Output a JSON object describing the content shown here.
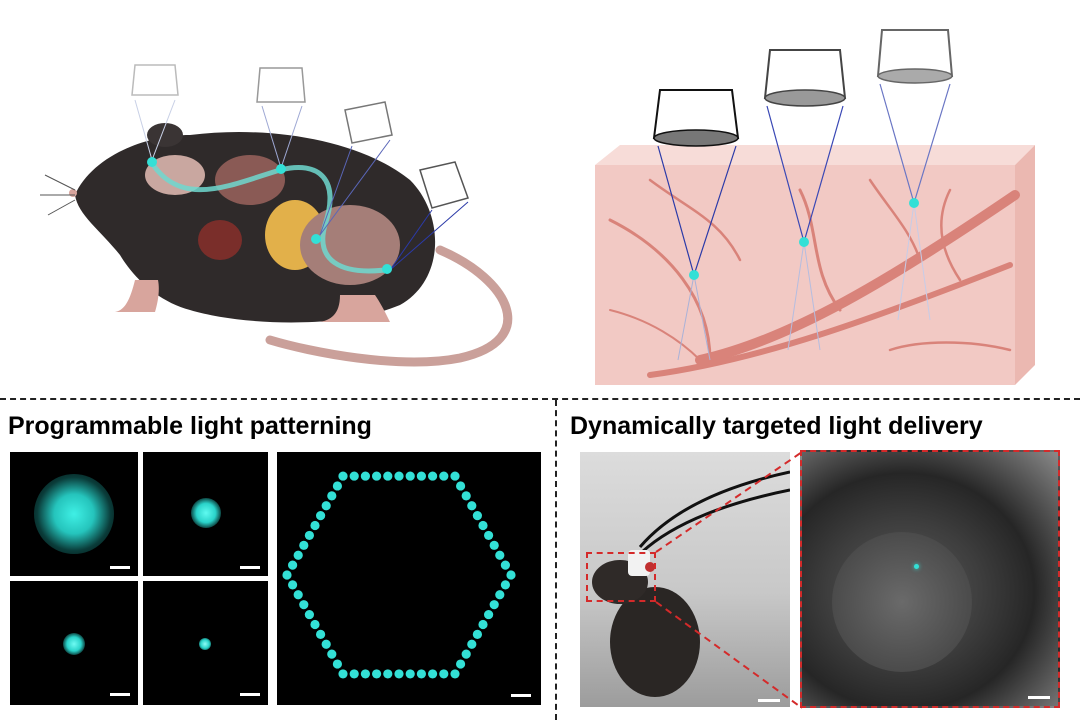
{
  "panels": {
    "bottom_left_title": "Programmable light patterning",
    "bottom_right_title": "Dynamically targeted light delivery"
  },
  "icons": {
    "mouse": "mouse-anatomy-illustration",
    "objective": "microscope-objective-icon",
    "tissue": "tissue-block-with-vessels"
  },
  "colors": {
    "light_spot": "#33e0d6",
    "beam": "#2b3aa8",
    "tissue": "#f2c9c4",
    "vessel": "#d9837a",
    "inset_frame": "#d42a2a"
  },
  "spots": [
    {
      "name": "large",
      "relative_size": 1.0
    },
    {
      "name": "medium",
      "relative_size": 0.45
    },
    {
      "name": "small",
      "relative_size": 0.28
    },
    {
      "name": "tiny",
      "relative_size": 0.15
    }
  ],
  "hexagon_pattern": {
    "shape": "hexagon",
    "dots_per_edge": 10
  }
}
